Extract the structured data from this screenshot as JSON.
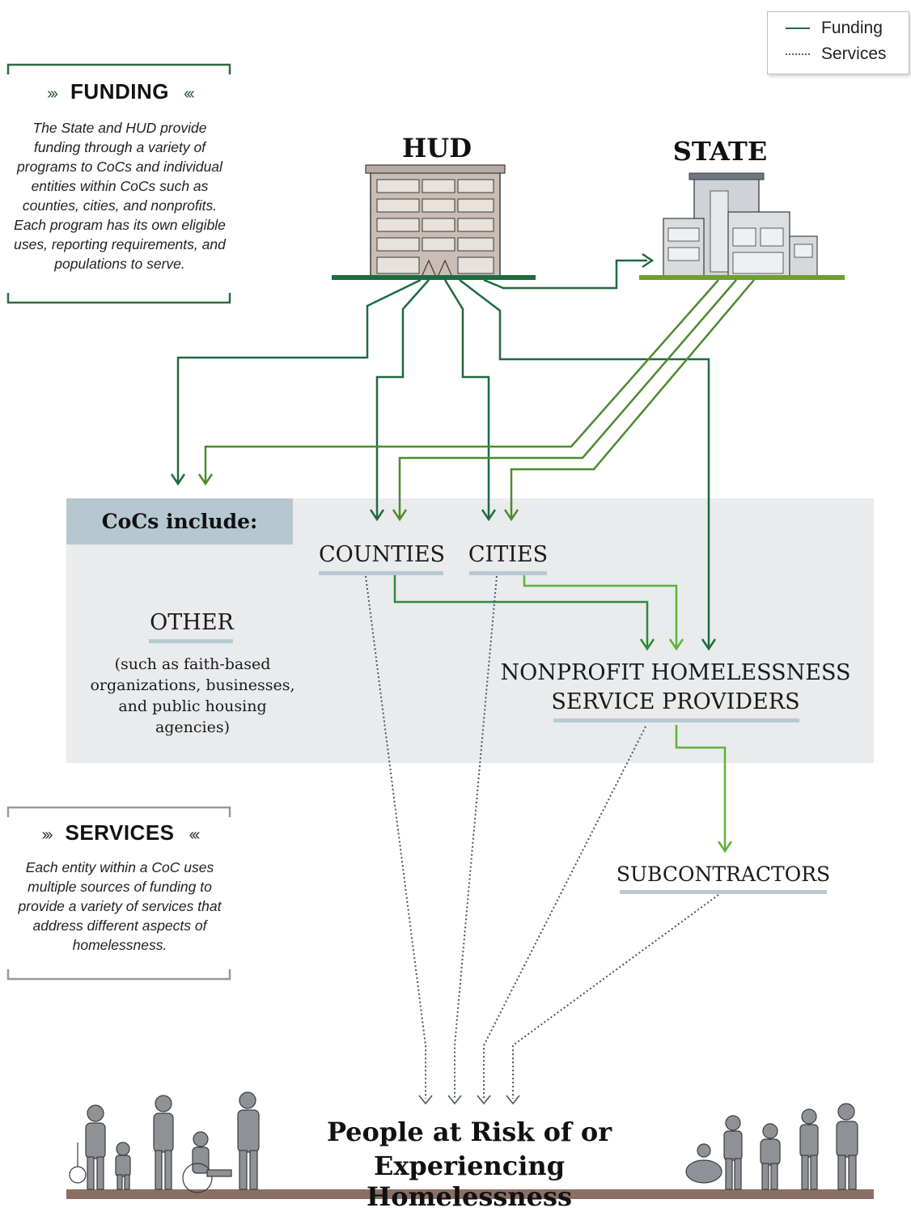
{
  "legend": {
    "funding_label": "Funding",
    "services_label": "Services"
  },
  "funding_box": {
    "title": "FUNDING",
    "text": "The State and HUD provide funding through a variety of programs to CoCs and individual entities within CoCs such as counties, cities, and nonprofits. Each program has its own eligible uses, reporting requirements, and populations to serve."
  },
  "services_box": {
    "title": "SERVICES",
    "text": "Each entity within a CoC uses multiple sources of funding to provide a variety of services that address different aspects of homelessness."
  },
  "nodes": {
    "hud": "HUD",
    "state": "STATE",
    "cocs_include": "CoCs include:",
    "counties": "COUNTIES",
    "cities": "CITIES",
    "other": "OTHER",
    "other_detail": "(such as faith-based organizations, businesses, and public housing agencies)",
    "nonprofit_line1": "NONPROFIT HOMELESSNESS",
    "nonprofit_line2": "SERVICE PROVIDERS",
    "subcontractors": "SUBCONTRACTORS",
    "people_line1": "People at Risk of or",
    "people_line2": "Experiencing Homelessness"
  },
  "colors": {
    "funding_dark": "#1e6b3f",
    "funding_mid": "#4f8a2b",
    "funding_light": "#5fb23b",
    "services": "#4a5568",
    "coc_panel": "#e9ebed",
    "coc_header": "#b6c7d0",
    "underline": "#b9c9d2"
  },
  "icons": [
    "hud-building-icon",
    "state-building-icon",
    "people-group-left-icon",
    "people-group-right-icon"
  ]
}
